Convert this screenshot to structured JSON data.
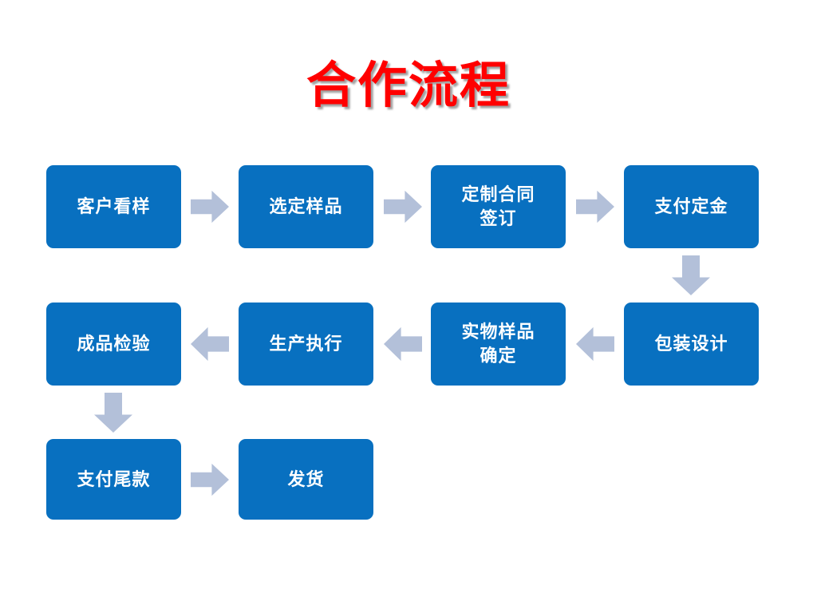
{
  "slide": {
    "title": "合作流程",
    "background_color": "#ffffff",
    "title_color": "#ff0000",
    "node_color": "#0870c0",
    "node_text_color": "#ffffff",
    "arrow_color": "#b3c0d9"
  },
  "diagram": {
    "type": "flowchart",
    "direction": "serpentine",
    "rows": [
      {
        "flow": "left-to-right",
        "nodes": [
          {
            "id": "kehukanyang",
            "label": "客户看样"
          },
          {
            "id": "xuandingyangpin",
            "label": "选定样品"
          },
          {
            "id": "dingzhihetong",
            "label": "定制合同\n签订"
          },
          {
            "id": "zhifudingjin",
            "label": "支付定金"
          }
        ]
      },
      {
        "flow": "right-to-left",
        "nodes": [
          {
            "id": "chengpinjianyan",
            "label": "成品检验"
          },
          {
            "id": "shengchanzhixing",
            "label": "生产执行"
          },
          {
            "id": "shiwuyangpin",
            "label": "实物样品\n确定"
          },
          {
            "id": "baozhuangsheji",
            "label": "包装设计"
          }
        ]
      },
      {
        "flow": "left-to-right",
        "nodes": [
          {
            "id": "zhifuweikuan",
            "label": "支付尾款"
          },
          {
            "id": "fahuo",
            "label": "发货"
          }
        ]
      }
    ],
    "connectors": [
      {
        "id": "r1-1",
        "direction": "right",
        "from": "客户看样",
        "to": "选定样品"
      },
      {
        "id": "r1-2",
        "direction": "right",
        "from": "选定样品",
        "to": "定制合同签订"
      },
      {
        "id": "r1-3",
        "direction": "right",
        "from": "定制合同签订",
        "to": "支付定金"
      },
      {
        "id": "v-right",
        "direction": "down",
        "from": "支付定金",
        "to": "包装设计"
      },
      {
        "id": "r2-1",
        "direction": "left",
        "from": "生产执行",
        "to": "成品检验"
      },
      {
        "id": "r2-2",
        "direction": "left",
        "from": "实物样品确定",
        "to": "生产执行"
      },
      {
        "id": "r2-3",
        "direction": "left",
        "from": "包装设计",
        "to": "实物样品确定"
      },
      {
        "id": "v-left",
        "direction": "down",
        "from": "成品检验",
        "to": "支付尾款"
      },
      {
        "id": "r3-1",
        "direction": "right",
        "from": "支付尾款",
        "to": "发货"
      }
    ]
  }
}
